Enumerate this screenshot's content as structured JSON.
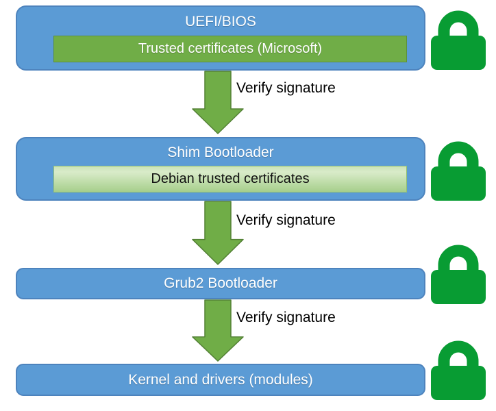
{
  "stages": [
    {
      "title": "UEFI/BIOS",
      "cert_label": "Trusted certificates (Microsoft)"
    },
    {
      "title": "Shim Bootloader",
      "cert_label": "Debian trusted certificates"
    },
    {
      "title": "Grub2 Bootloader"
    },
    {
      "title": "Kernel and drivers (modules)"
    }
  ],
  "arrows": [
    {
      "label": "Verify signature"
    },
    {
      "label": "Verify signature"
    },
    {
      "label": "Verify signature"
    }
  ],
  "icons": {
    "lock": "lock-icon",
    "down_arrow": "down-arrow-icon"
  },
  "colors": {
    "background": "#ffffff",
    "stage_fill": "#5b9bd5",
    "stage_border": "#4d83bd",
    "cert_fill": "#70ad47",
    "cert_border": "#5d9138",
    "cert_light_fill_top": "#d9ebc9",
    "cert_light_fill_bottom": "#a6cf8b",
    "cert_light_border": "#94c173",
    "arrow_fill": "#70ad47",
    "arrow_border": "#538135",
    "lock_fill": "#089c33",
    "stage_text": "#ffffff",
    "label_text": "#000000"
  }
}
